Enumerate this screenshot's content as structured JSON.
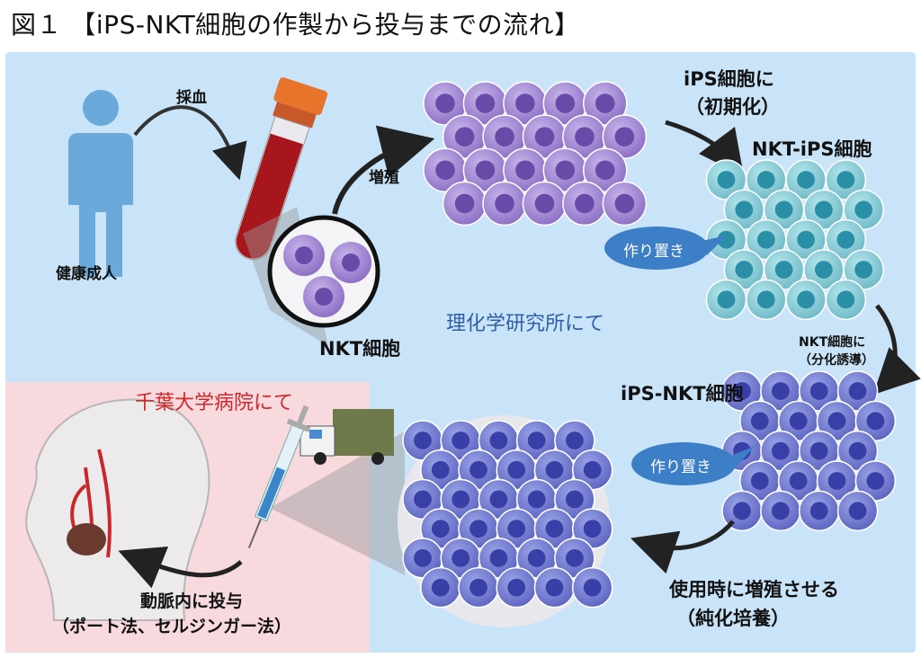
{
  "title": "図１ 【iPS-NKT細胞の作製から投与までの流れ】",
  "labels": {
    "blood_draw": "採血",
    "healthy_adult": "健康成人",
    "proliferation": "増殖",
    "nkt_cells": "NKT細胞",
    "ips_cells": "iPS細胞に",
    "initialization": "（初期化）",
    "nkt_ips_cells": "NKT-iPS細胞",
    "stockpile_1": "作り置き",
    "riken": "理化学研究所にて",
    "nkt_induce_1": "NKT細胞に",
    "nkt_induce_2": "（分化誘導）",
    "ips_nkt_cells": "iPS-NKT細胞",
    "stockpile_2": "作り置き",
    "chiba_hospital": "千葉大学病院にて",
    "proliferate_on_use": "使用時に増殖させる",
    "purification": "（純化培養）",
    "intra_arterial": "動脈内に投与",
    "methods": "（ポート法、セルジンガー法）"
  },
  "colors": {
    "panel_blue": "#c9e4f8",
    "panel_pink": "#f8d9de",
    "person": "#6aa9da",
    "tube_cap": "#e8732b",
    "blood": "#a8161d",
    "nkt_cell": "#a78fd6",
    "nkt_ips_cell": "#86cdd8",
    "ips_nkt_cell": "#6f78cf",
    "bubble": "#3c7fc7",
    "riken_text": "#2e5fa8",
    "chiba_text": "#d0282c"
  }
}
